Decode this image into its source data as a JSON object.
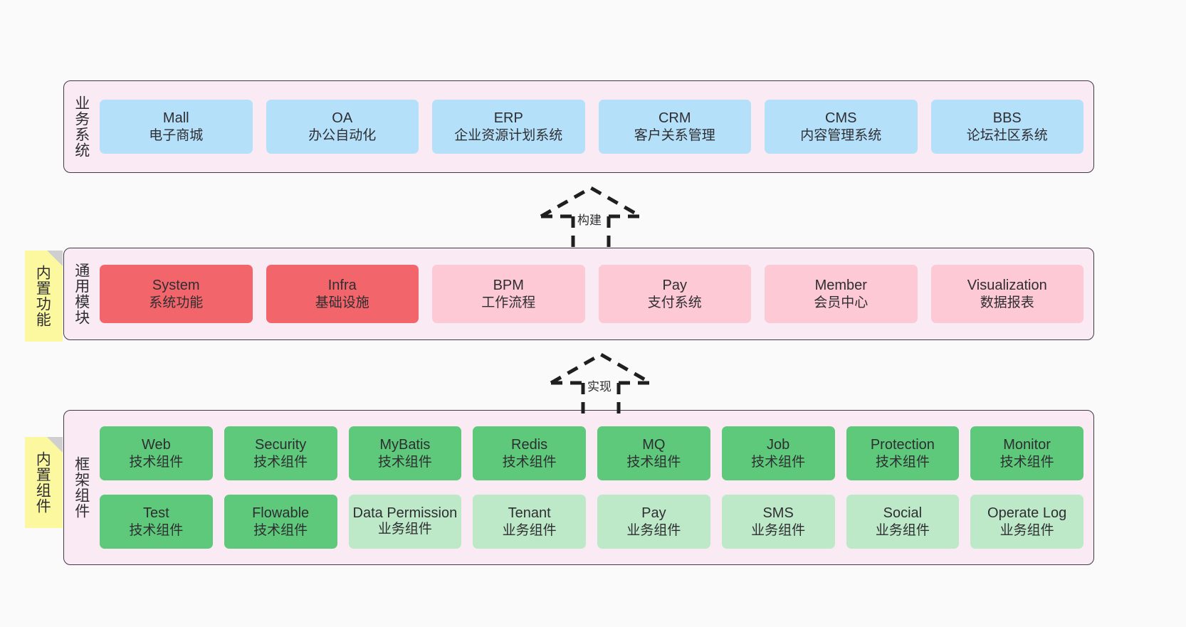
{
  "diagram": {
    "background": "#fafafa",
    "layers": [
      {
        "id": "business-systems",
        "title": "业务系统",
        "note": null,
        "rows": [
          {
            "cards": [
              {
                "t1": "Mall",
                "t2": "电子商城",
                "style": "biz"
              },
              {
                "t1": "OA",
                "t2": "办公自动化",
                "style": "biz"
              },
              {
                "t1": "ERP",
                "t2": "企业资源计划系统",
                "style": "biz"
              },
              {
                "t1": "CRM",
                "t2": "客户关系管理",
                "style": "biz"
              },
              {
                "t1": "CMS",
                "t2": "内容管理系统",
                "style": "biz"
              },
              {
                "t1": "BBS",
                "t2": "论坛社区系统",
                "style": "biz"
              }
            ]
          }
        ]
      },
      {
        "id": "common-modules",
        "title": "通用模块",
        "note": "内置功能",
        "rows": [
          {
            "cards": [
              {
                "t1": "System",
                "t2": "系统功能",
                "style": "mod-hot"
              },
              {
                "t1": "Infra",
                "t2": "基础设施",
                "style": "mod-hot"
              },
              {
                "t1": "BPM",
                "t2": "工作流程",
                "style": "mod"
              },
              {
                "t1": "Pay",
                "t2": "支付系统",
                "style": "mod"
              },
              {
                "t1": "Member",
                "t2": "会员中心",
                "style": "mod"
              },
              {
                "t1": "Visualization",
                "t2": "数据报表",
                "style": "mod"
              }
            ]
          }
        ]
      },
      {
        "id": "framework-components",
        "title": "框架组件",
        "note": "内置组件",
        "rows": [
          {
            "cards": [
              {
                "t1": "Web",
                "t2": "技术组件",
                "style": "comp-tech"
              },
              {
                "t1": "Security",
                "t2": "技术组件",
                "style": "comp-tech"
              },
              {
                "t1": "MyBatis",
                "t2": "技术组件",
                "style": "comp-tech"
              },
              {
                "t1": "Redis",
                "t2": "技术组件",
                "style": "comp-tech"
              },
              {
                "t1": "MQ",
                "t2": "技术组件",
                "style": "comp-tech"
              },
              {
                "t1": "Job",
                "t2": "技术组件",
                "style": "comp-tech"
              },
              {
                "t1": "Protection",
                "t2": "技术组件",
                "style": "comp-tech"
              },
              {
                "t1": "Monitor",
                "t2": "技术组件",
                "style": "comp-tech"
              }
            ]
          },
          {
            "cards": [
              {
                "t1": "Test",
                "t2": "技术组件",
                "style": "comp-tech"
              },
              {
                "t1": "Flowable",
                "t2": "技术组件",
                "style": "comp-tech"
              },
              {
                "t1": "Data Permission",
                "t2": "业务组件",
                "style": "comp-biz"
              },
              {
                "t1": "Tenant",
                "t2": "业务组件",
                "style": "comp-biz"
              },
              {
                "t1": "Pay",
                "t2": "业务组件",
                "style": "comp-biz"
              },
              {
                "t1": "SMS",
                "t2": "业务组件",
                "style": "comp-biz"
              },
              {
                "t1": "Social",
                "t2": "业务组件",
                "style": "comp-biz"
              },
              {
                "t1": "Operate Log",
                "t2": "业务组件",
                "style": "comp-biz"
              }
            ]
          }
        ]
      }
    ],
    "connectors": [
      {
        "id": "build-arrow",
        "label": "构建",
        "from": "common-modules",
        "to": "business-systems"
      },
      {
        "id": "implement-arrow",
        "label": "实现",
        "from": "framework-components",
        "to": "common-modules"
      }
    ],
    "colors": {
      "layer_background": "#f9eaf4",
      "layer_border": "#433845",
      "business_card": "#b5e0f9",
      "module_card": "#fcc9d4",
      "module_card_highlight": "#f2656a",
      "component_tech_card": "#5ec97b",
      "component_business_card": "#bee9c9",
      "note": "#fbf8a0",
      "note_fold": "#cfcfcf",
      "text": "#2e2e32"
    }
  }
}
